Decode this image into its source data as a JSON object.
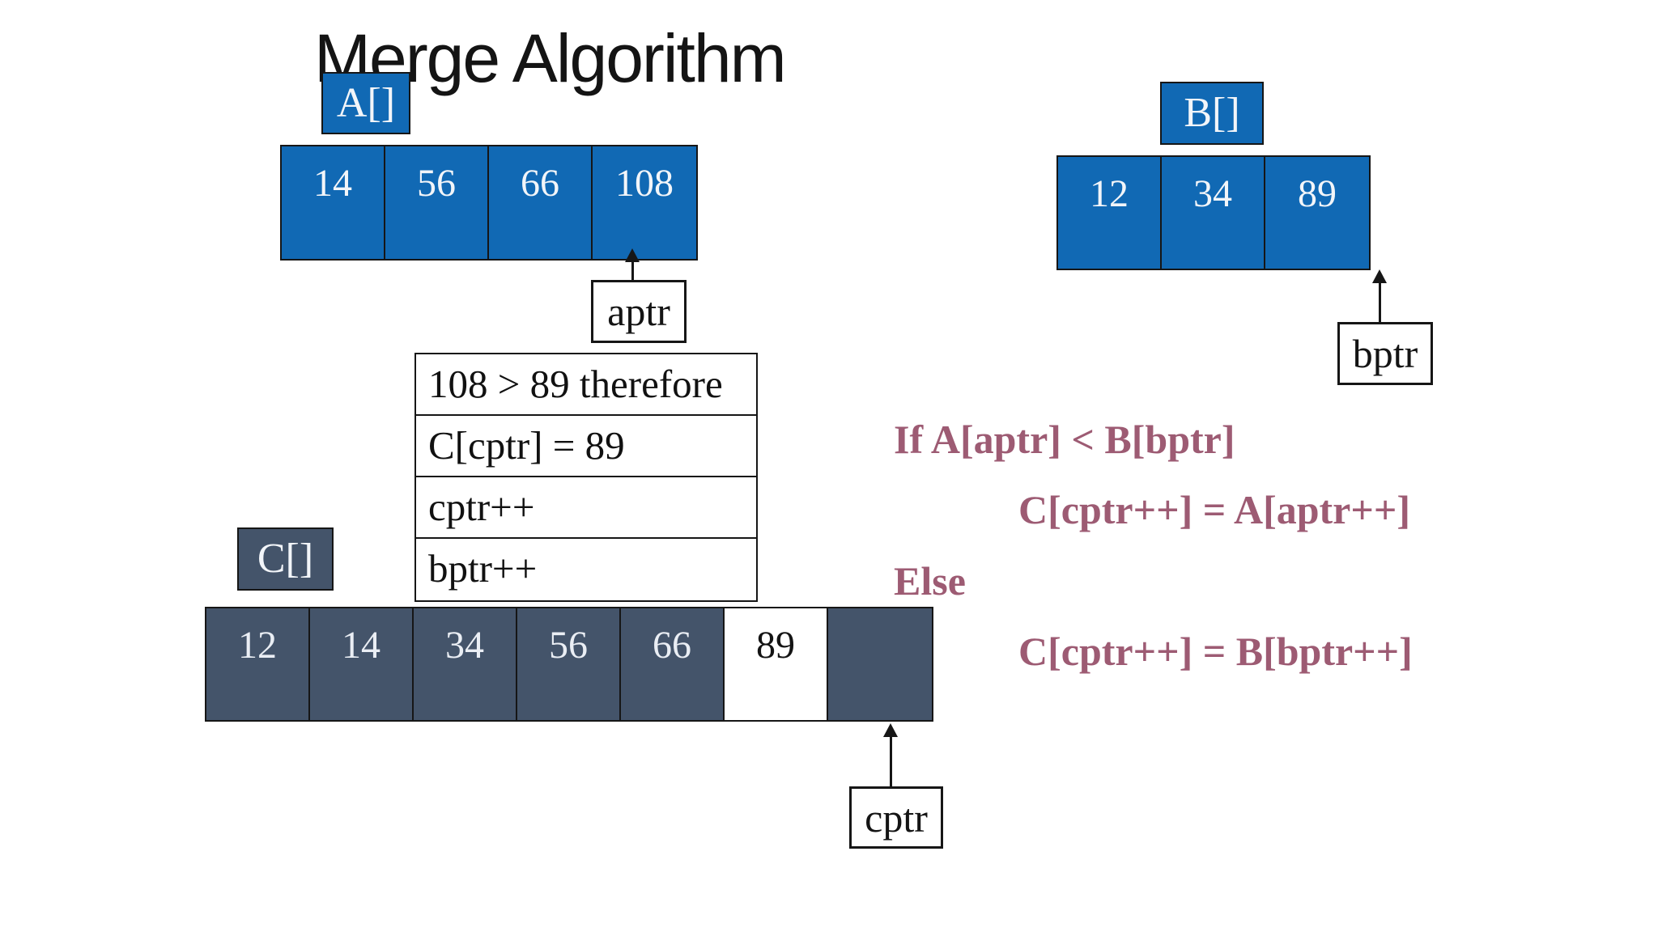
{
  "title": "Merge Algorithm",
  "colors": {
    "array_blue": "#1169B4",
    "array_slate": "#44546A",
    "code_rose": "#9D5B73",
    "line_black": "#161616"
  },
  "array_a": {
    "label": "A[]",
    "cells": [
      "14",
      "56",
      "66",
      "108"
    ],
    "pointer_label": "aptr"
  },
  "array_b": {
    "label": "B[]",
    "cells": [
      "12",
      "34",
      "89"
    ],
    "pointer_label": "bptr"
  },
  "array_c": {
    "label": "C[]",
    "cells": [
      "12",
      "14",
      "34",
      "56",
      "66",
      "89",
      ""
    ],
    "highlighted_cell_index": 5,
    "pointer_label": "cptr"
  },
  "step_table": {
    "rows": [
      "108 > 89 therefore",
      "C[cptr] = 89",
      "cptr++",
      "bptr++"
    ]
  },
  "pseudocode": {
    "lines": [
      {
        "text": "If A[aptr] < B[bptr]",
        "indent": false
      },
      {
        "text": "C[cptr++] = A[aptr++]",
        "indent": true
      },
      {
        "text": "Else",
        "indent": false
      },
      {
        "text": "C[cptr++] = B[bptr++]",
        "indent": true
      }
    ]
  }
}
